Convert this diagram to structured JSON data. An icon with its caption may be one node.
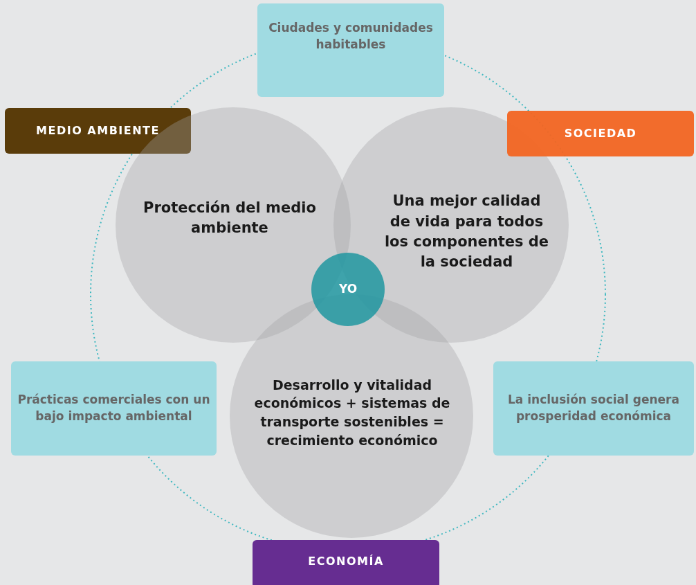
{
  "diagram": {
    "nodes": [
      {
        "text": [
          "Ciudades y comunidades habitables"
        ]
      },
      {
        "text": [
          "MEDIO AMBIENTE"
        ]
      },
      {
        "text": [
          "SOCIEDAD"
        ]
      },
      {
        "text": [
          "Protección del medio ambiente"
        ]
      },
      {
        "text": [
          "Una mejor calidad de vida para todos los componentes de la sociedad"
        ]
      },
      {
        "text": [
          "YO"
        ]
      },
      {
        "text": [
          "Prácticas comerciales con un bajo impacto ambiental"
        ]
      },
      {
        "text": [
          "Desarrollo y vitalidad económicos + sistemas de transporte sostenibles = crecimiento económico"
        ]
      },
      {
        "text": [
          "La inclusión social genera prosperidad económica"
        ]
      },
      {
        "text": [
          "ECONOMÍA"
        ]
      }
    ]
  }
}
